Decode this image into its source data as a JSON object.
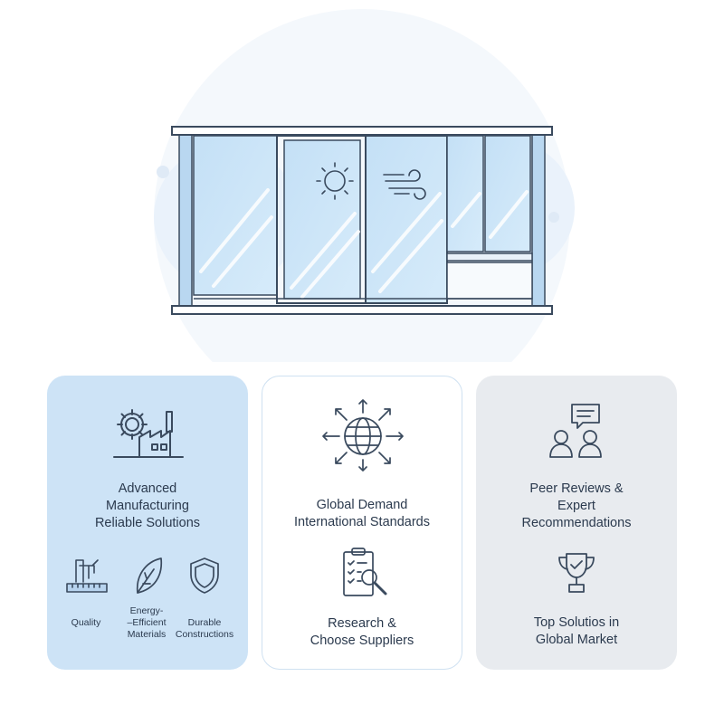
{
  "title": "Infographics",
  "cards": [
    {
      "lines": [
        "Advanced",
        "Manufacturing",
        "Reliable Solutions"
      ],
      "features": [
        {
          "lines": [
            "Quality"
          ]
        },
        {
          "lines": [
            "Energy-",
            "–Efficient",
            "Materials"
          ]
        },
        {
          "lines": [
            "Durable",
            "Constructions"
          ]
        }
      ]
    },
    {
      "lines": [
        "Global Demand",
        "International Standards"
      ],
      "lines2": [
        "Research &",
        "Choose Suppliers"
      ]
    },
    {
      "lines": [
        "Peer Reviews &",
        "Expert",
        "Recommendations"
      ],
      "lines2": [
        "Top Solutios in",
        "Global Market"
      ]
    }
  ],
  "colors": {
    "title": "#2b3a4e",
    "glass": "#cde6f8",
    "frame": "#3a4a5e",
    "card1": "#cde3f6",
    "card3": "#e8ebef"
  },
  "icons": [
    "sun-icon",
    "wind-icon",
    "gear-factory-icon",
    "ruler-caliper-icon",
    "leaf-icon",
    "shield-icon",
    "globe-arrows-icon",
    "checklist-magnifier-icon",
    "people-chat-icon",
    "trophy-icon"
  ]
}
